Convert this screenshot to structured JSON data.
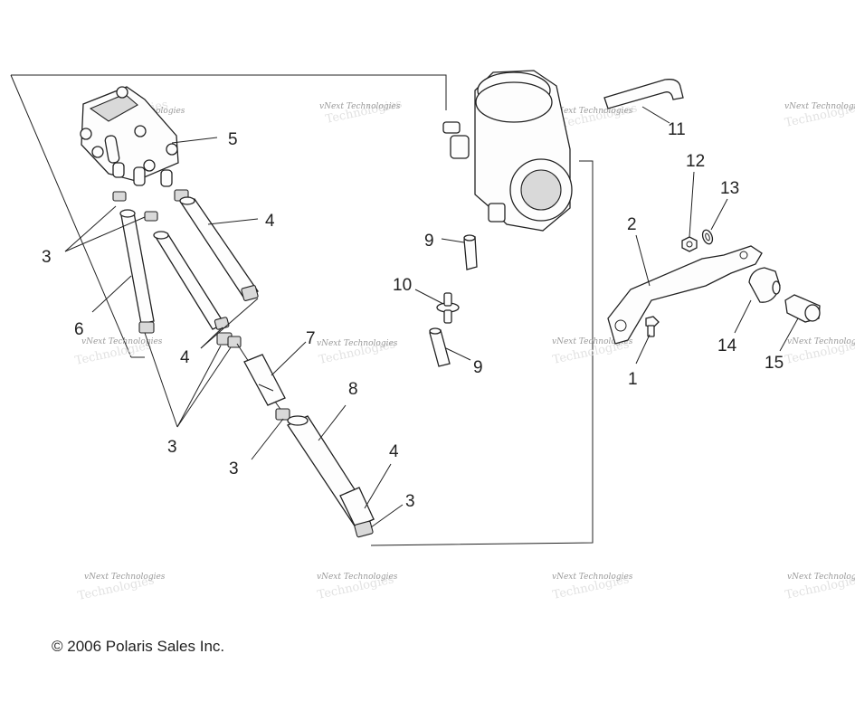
{
  "callouts": {
    "c1": "1",
    "c2": "2",
    "c3a": "3",
    "c3b": "3",
    "c3c": "3",
    "c3d": "3",
    "c4a": "4",
    "c4b": "4",
    "c4c": "4",
    "c5": "5",
    "c6": "6",
    "c7": "7",
    "c8": "8",
    "c9a": "9",
    "c9b": "9",
    "c10": "10",
    "c11": "11",
    "c12": "12",
    "c13": "13",
    "c14": "14",
    "c15": "15"
  },
  "watermark": {
    "line1": "vNext Technologies",
    "line2": "Technologies"
  },
  "copyright": "© 2006 Polaris Sales Inc."
}
